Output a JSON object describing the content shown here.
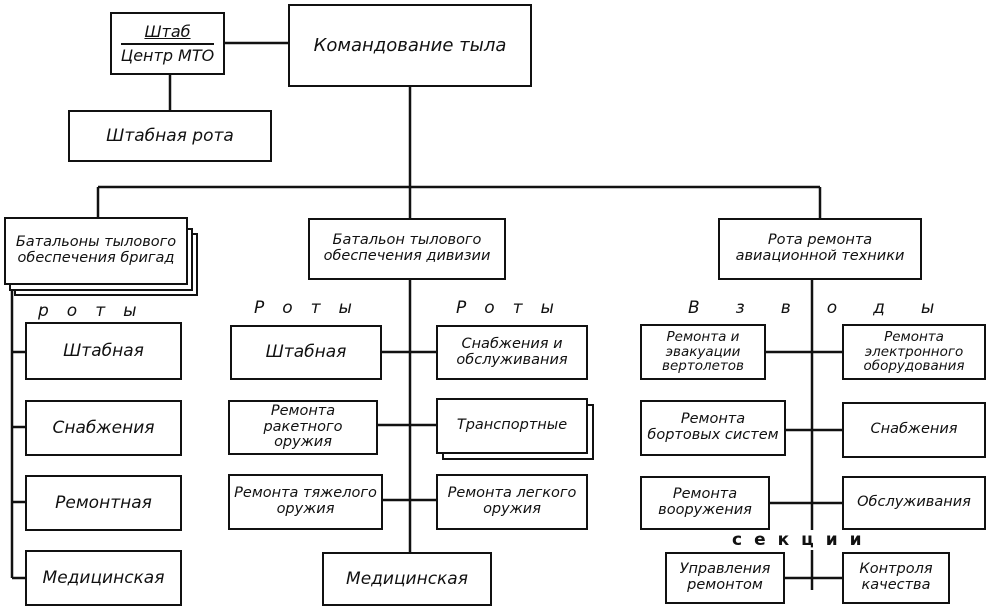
{
  "hq": {
    "command": "Командование тыла",
    "staff_top": "Штаб",
    "staff_bottom": "Центр МТО",
    "hq_company": "Штабная рота"
  },
  "left_branch": {
    "title": "Батальоны тылового обеспечения бригад",
    "group_label": "роты",
    "items": [
      "Штабная",
      "Снабжения",
      "Ремонтная",
      "Медицинская"
    ]
  },
  "center_branch": {
    "title": "Батальон тылового обеспечения дивизии",
    "group_label_left": "Роты",
    "group_label_right": "Роты",
    "left_items": [
      "Штабная",
      "Ремонта ракетного оружия",
      "Ремонта тяжелого оружия"
    ],
    "right_items": [
      "Снабжения и обслуживания",
      "Транспортные",
      "Ремонта легкого оружия"
    ],
    "bottom_item": "Медицинская"
  },
  "right_branch": {
    "title": "Рота ремонта авиационной техники",
    "group_label": "Взводы",
    "left_items": [
      "Ремонта и эвакуации вертолетов",
      "Ремонта бортовых систем",
      "Ремонта вооружения"
    ],
    "right_items": [
      "Ремонта электронного оборудования",
      "Снабжения",
      "Обслуживания"
    ],
    "section_label": "секции",
    "section_items": [
      "Управления ремонтом",
      "Контроля качества"
    ]
  }
}
